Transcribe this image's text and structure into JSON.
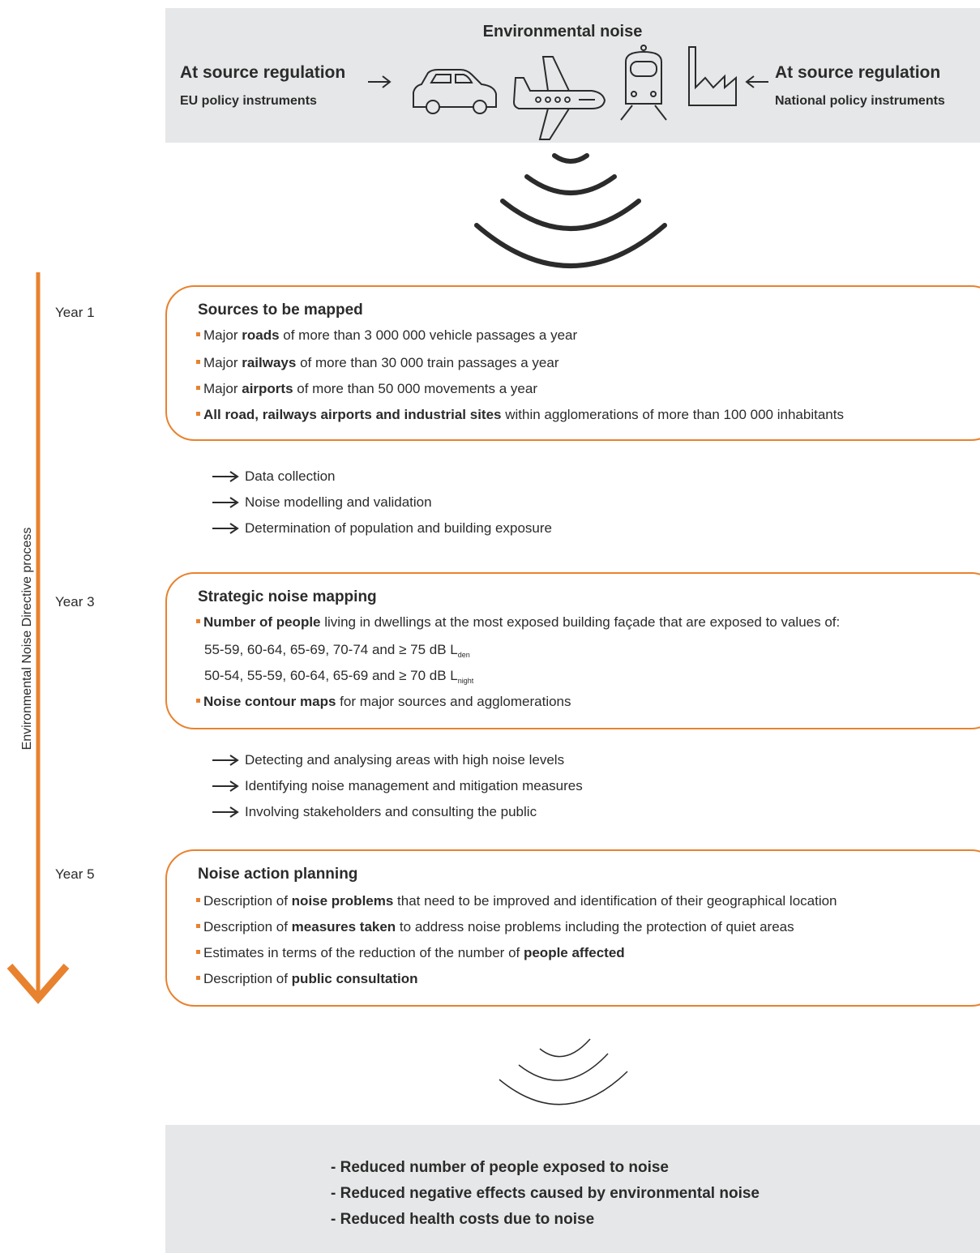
{
  "banner": {
    "title": "Environmental noise",
    "left_title": "At source regulation",
    "left_sub": "EU policy instruments",
    "right_title": "At source regulation",
    "right_sub": "National policy instruments",
    "icons": [
      "car-icon",
      "airplane-icon",
      "train-icon",
      "factory-icon"
    ]
  },
  "process": {
    "label": "Environmental Noise Directive process",
    "accent_color": "#e8822e"
  },
  "stages": [
    {
      "year": "Year 1",
      "title": "Sources to be mapped",
      "items": [
        {
          "pre": "Major ",
          "bold": "roads",
          "post": " of more than 3 000 000 vehicle passages a year"
        },
        {
          "pre": "Major ",
          "bold": "railways",
          "post": " of more than 30 000 train passages a year"
        },
        {
          "pre": "Major ",
          "bold": "airports",
          "post": " of more than 50 000 movements a year"
        },
        {
          "pre": "",
          "bold": "All road, railways airports and industrial sites",
          "post": " within agglomerations of more than 100 000 inhabitants"
        }
      ]
    },
    {
      "year": "Year 3",
      "title": "Strategic noise mapping",
      "item1": {
        "bold": "Number of people",
        "post": " living in dwellings at the most exposed building façade that are exposed to values of:"
      },
      "den_line": {
        "text": "55-59, 60-64, 65-69, 70-74 and ≥ 75 dB L",
        "sub": "den"
      },
      "night_line": {
        "text": "50-54, 55-59, 60-64, 65-69 and ≥ 70 dB L",
        "sub": "night"
      },
      "item2": {
        "bold": "Noise contour maps",
        "post": " for major sources and agglomerations"
      }
    },
    {
      "year": "Year 5",
      "title": "Noise action planning",
      "items": [
        {
          "pre": "Description of ",
          "bold": "noise problems",
          "post": " that need to be improved and identification of their geographical location"
        },
        {
          "pre": "Description of ",
          "bold": "measures taken",
          "post": " to address noise problems including the protection of quiet areas"
        },
        {
          "pre": "Estimates in terms of the reduction of the number of ",
          "bold": "people affected",
          "post": ""
        },
        {
          "pre": "Description of ",
          "bold": "public consultation",
          "post": ""
        }
      ]
    }
  ],
  "steps_after_year1": [
    "Data collection",
    "Noise modelling and validation",
    "Determination of population and building exposure"
  ],
  "steps_after_year3": [
    "Detecting and analysing areas with high noise levels",
    "Identifying noise management and mitigation measures",
    "Involving stakeholders and consulting the public"
  ],
  "outcomes": [
    "- Reduced number of people exposed to noise",
    "- Reduced negative effects caused by environmental noise",
    "- Reduced health costs due to noise"
  ]
}
